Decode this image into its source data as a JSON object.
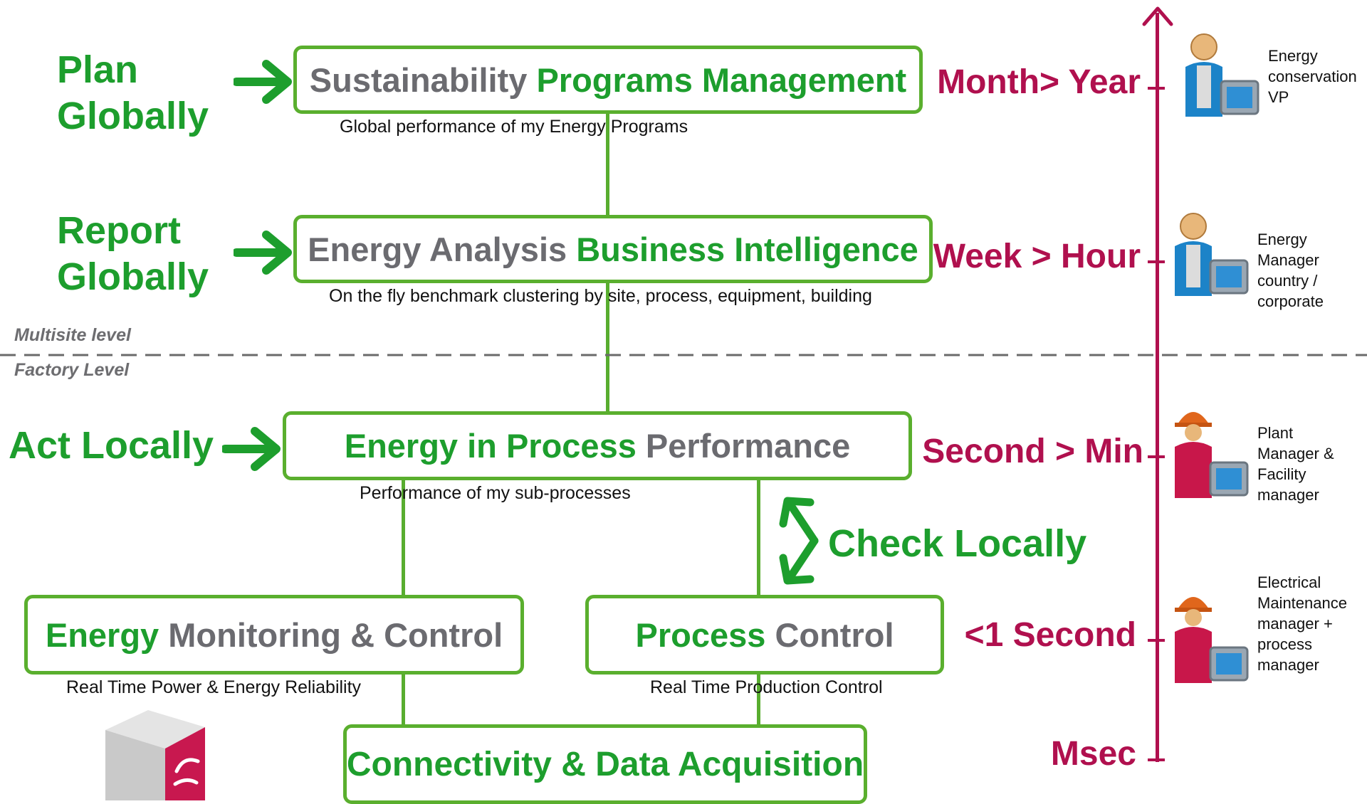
{
  "left_labels": {
    "plan": [
      "Plan",
      "Globally"
    ],
    "report": [
      "Report",
      "Globally"
    ],
    "act": "Act Locally",
    "check": "Check Locally"
  },
  "boxes": {
    "sustainability": {
      "part1": "Sustainability",
      "part2": "Programs Management",
      "subtitle": "Global performance of my Energy Programs"
    },
    "energy_analysis": {
      "part1": "Energy Analysis",
      "part2": "Business Intelligence",
      "subtitle": "On the fly benchmark clustering  by site, process, equipment, building"
    },
    "energy_process": {
      "part1": "Energy in Process",
      "part2": "Performance",
      "subtitle": "Performance of my sub-processes"
    },
    "energy_monitoring": {
      "part1": "Energy",
      "part2": "Monitoring & Control",
      "subtitle": "Real Time Power & Energy Reliability"
    },
    "process_control": {
      "part1": "Process",
      "part2": "Control",
      "subtitle": "Real Time Production Control"
    },
    "connectivity": {
      "label": "Connectivity & Data Acquisition"
    }
  },
  "levels": {
    "multisite": "Multisite level",
    "factory": "Factory Level"
  },
  "timescale": [
    "Month> Year",
    "Week > Hour",
    "Second > Min",
    "<1 Second",
    "Msec"
  ],
  "roles": [
    [
      "Energy",
      "conservation",
      "VP"
    ],
    [
      "Energy",
      "Manager",
      "country /",
      "corporate"
    ],
    [
      "Plant",
      "Manager &",
      "Facility",
      "manager"
    ],
    [
      "Electrical",
      "Maintenance",
      "manager +",
      "process",
      "manager"
    ]
  ],
  "colors": {
    "green": "#1d9e2d",
    "box_border": "#5aaf2e",
    "gray": "#6b6b70",
    "timeline": "#b0104e"
  }
}
